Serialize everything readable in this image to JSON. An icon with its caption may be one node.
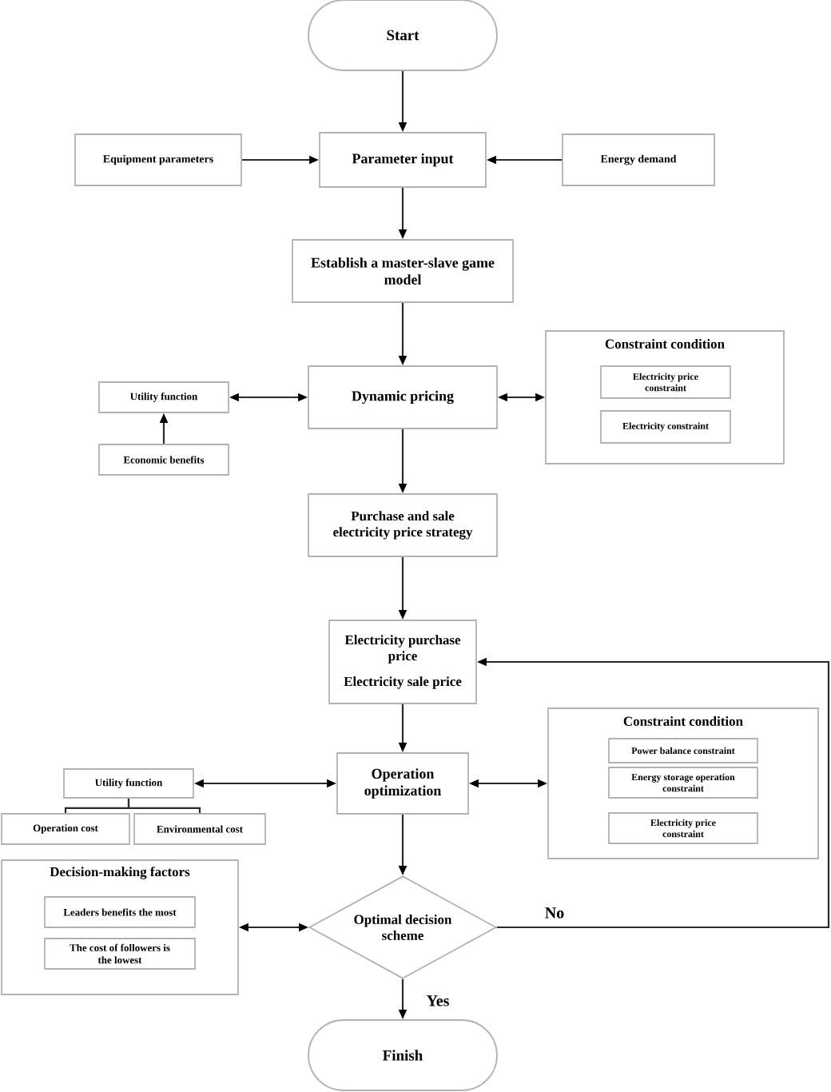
{
  "diagram": {
    "nodes": [
      {
        "text": [
          "Start"
        ]
      },
      {
        "text": [
          "Parameter input"
        ]
      },
      {
        "text": [
          "Equipment parameters"
        ]
      },
      {
        "text": [
          "Energy demand"
        ]
      },
      {
        "text": [
          "Establish a master-slave game model"
        ]
      },
      {
        "text": [
          "Dynamic pricing"
        ]
      },
      {
        "text": [
          "Utility function"
        ]
      },
      {
        "text": [
          "Economic benefits"
        ]
      },
      {
        "text": [
          "Constraint condition"
        ]
      },
      {
        "text": [
          "Electricity price constraint"
        ],
        "in": 8
      },
      {
        "text": [
          "Electricity constraint"
        ],
        "in": 8
      },
      {
        "text": [
          "Purchase and sale electricity price strategy"
        ]
      },
      {
        "text": [
          "Electricity purchase price",
          "Electricity sale price"
        ]
      },
      {
        "text": [
          "Operation optimization"
        ]
      },
      {
        "text": [
          "Utility function"
        ]
      },
      {
        "text": [
          "Operation cost"
        ]
      },
      {
        "text": [
          "Environmental cost"
        ]
      },
      {
        "text": [
          "Constraint condition"
        ]
      },
      {
        "text": [
          "Power balance constraint"
        ],
        "in": 17
      },
      {
        "text": [
          "Energy storage operation constraint"
        ],
        "in": 17
      },
      {
        "text": [
          "Electricity price constraint"
        ],
        "in": 17
      },
      {
        "text": [
          "Decision-making factors"
        ]
      },
      {
        "text": [
          "Leaders benefits the most"
        ],
        "in": 21
      },
      {
        "text": [
          "The cost of followers is the lowest"
        ],
        "in": 21
      },
      {
        "text": [
          "Optimal decision scheme"
        ]
      },
      {
        "text": [
          "Finish"
        ]
      }
    ],
    "edges": [
      {
        "from": 0,
        "to": 1,
        "arrow": "to"
      },
      {
        "from": 2,
        "to": 1,
        "arrow": "to"
      },
      {
        "from": 3,
        "to": 1,
        "arrow": "to"
      },
      {
        "from": 1,
        "to": 4,
        "arrow": "to"
      },
      {
        "from": 4,
        "to": 5,
        "arrow": "to"
      },
      {
        "from": 5,
        "to": 6,
        "arrow": "both"
      },
      {
        "from": 7,
        "to": 6,
        "arrow": "to"
      },
      {
        "from": 5,
        "to": 8,
        "arrow": "both"
      },
      {
        "from": 5,
        "to": 11,
        "arrow": "to"
      },
      {
        "from": 11,
        "to": 12,
        "arrow": "to"
      },
      {
        "from": 12,
        "to": 13,
        "arrow": "to"
      },
      {
        "from": 13,
        "to": 14,
        "arrow": "both"
      },
      {
        "from": 14,
        "to": 15,
        "arrow": "none"
      },
      {
        "from": 14,
        "to": 16,
        "arrow": "none"
      },
      {
        "from": 13,
        "to": 17,
        "arrow": "both"
      },
      {
        "from": 13,
        "to": 24,
        "arrow": "to"
      },
      {
        "from": 24,
        "to": 21,
        "arrow": "both"
      },
      {
        "from": 24,
        "to": 25,
        "arrow": "to",
        "label": "Yes"
      },
      {
        "from": 24,
        "to": 12,
        "arrow": "to",
        "label": "No"
      }
    ]
  }
}
